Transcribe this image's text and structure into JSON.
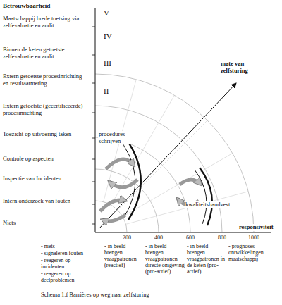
{
  "diagram": {
    "caption": "Schema 1.f  Barrières op weg naar zelfsturing",
    "labels": [
      "Betrouwbaarheid",
      "Maatschappij brede toetsing via zelfevaluatie en audit",
      "Binnen de keten getoetste zelfevaluatie en audit",
      "Extern getoetste procesinrichting en resultaatmeting",
      "Extern getoetste (gecertificeerde) procesinrichting",
      "Toezicht op uitvoering taken",
      "Controle op aspecten",
      "Inspectie van Incidenten",
      "Intern onderzoek van fouten",
      "Niets",
      "V",
      "IV",
      "III",
      "II",
      "mate van zelfsturing",
      "procedures schrijven",
      "kwaliteitshandvest",
      "200",
      "400",
      "600",
      "800",
      "1000",
      "responsiviteit",
      "- niets",
      "- signaleren fouten",
      "- reageren op incidenten",
      "- reageren op deelproblemen",
      "- in beeld brengen vraagpatronen (reactief)",
      "- in beeld brengen vraagpatronen directe omgeving (pro-actief)",
      "- in beeld brengen vraagpatronen in de keten (pro-actief)",
      "- prognoses ontwikkelingen maatschappij"
    ]
  }
}
